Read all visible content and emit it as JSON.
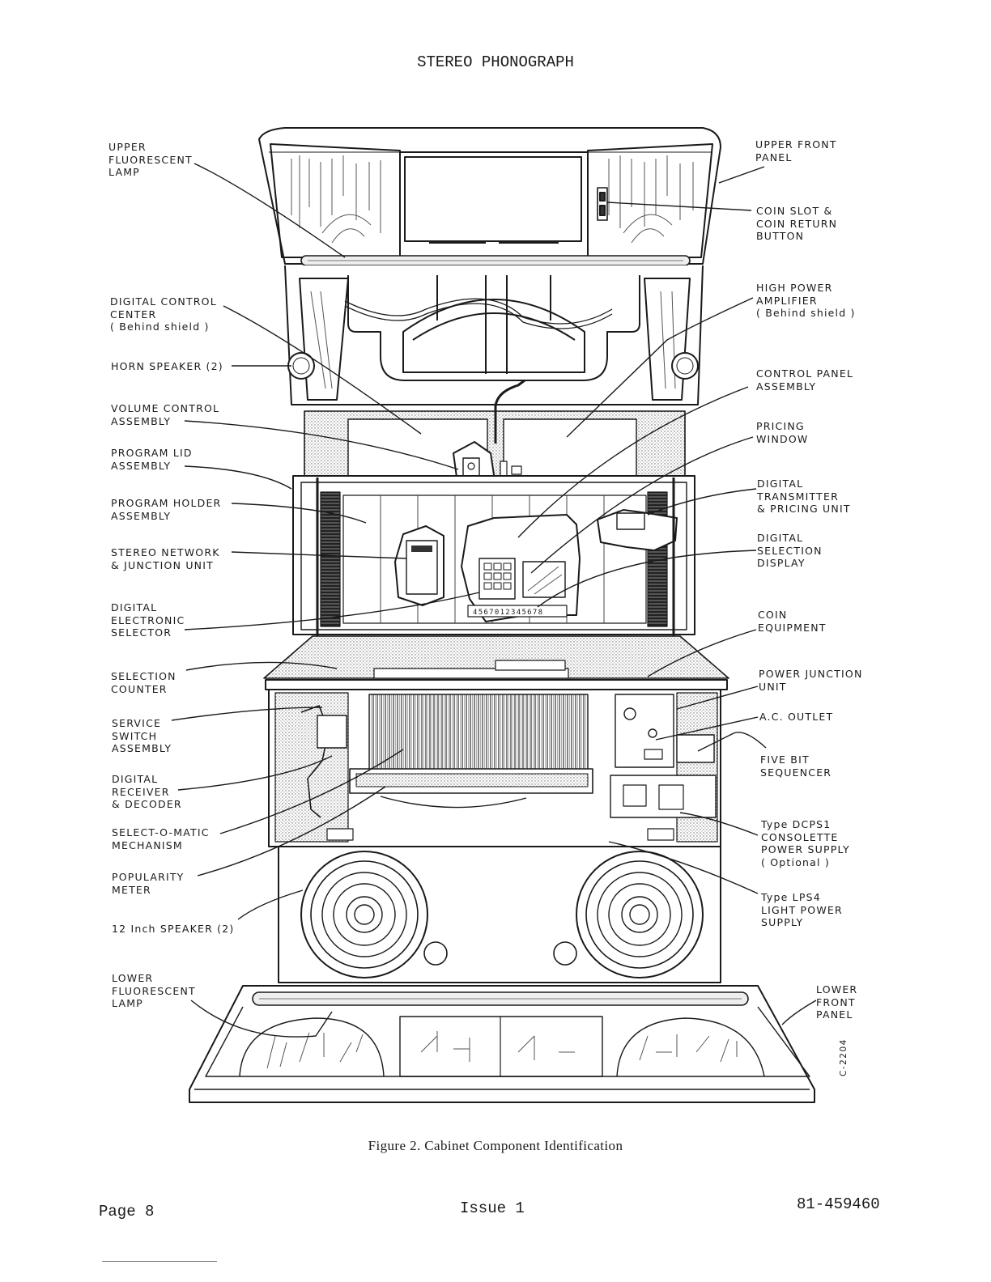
{
  "header": {
    "title": "STEREO PHONOGRAPH"
  },
  "labels_left": [
    {
      "id": "upper-fluorescent-lamp",
      "lines": [
        "UPPER",
        "FLUORESCENT",
        "LAMP"
      ]
    },
    {
      "id": "digital-control-center",
      "lines": [
        "DIGITAL  CONTROL",
        "CENTER",
        "( Behind shield )"
      ]
    },
    {
      "id": "horn-speaker",
      "lines": [
        "HORN SPEAKER (2)"
      ]
    },
    {
      "id": "volume-control-assembly",
      "lines": [
        "VOLUME CONTROL",
        "ASSEMBLY"
      ]
    },
    {
      "id": "program-lid-assembly",
      "lines": [
        "PROGRAM LID",
        "ASSEMBLY"
      ]
    },
    {
      "id": "program-holder-assembly",
      "lines": [
        "PROGRAM  HOLDER",
        "ASSEMBLY"
      ]
    },
    {
      "id": "stereo-network-junction-unit",
      "lines": [
        "STEREO NETWORK",
        "& JUNCTION UNIT"
      ]
    },
    {
      "id": "digital-electronic-selector",
      "lines": [
        "DIGITAL",
        "ELECTRONIC",
        "SELECTOR"
      ]
    },
    {
      "id": "selection-counter",
      "lines": [
        "SELECTION",
        "COUNTER"
      ]
    },
    {
      "id": "service-switch-assembly",
      "lines": [
        "SERVICE",
        "SWITCH",
        "ASSEMBLY"
      ]
    },
    {
      "id": "digital-receiver-decoder",
      "lines": [
        "DIGITAL",
        "RECEIVER",
        "& DECODER"
      ]
    },
    {
      "id": "select-o-matic-mechanism",
      "lines": [
        "SELECT-O-MATIC",
        "MECHANISM"
      ]
    },
    {
      "id": "popularity-meter",
      "lines": [
        "POPULARITY",
        "METER"
      ]
    },
    {
      "id": "twelve-inch-speaker",
      "lines": [
        "12 Inch SPEAKER (2)"
      ]
    },
    {
      "id": "lower-fluorescent-lamp",
      "lines": [
        "LOWER",
        "FLUORESCENT",
        "LAMP"
      ]
    }
  ],
  "labels_right": [
    {
      "id": "upper-front-panel",
      "lines": [
        "UPPER FRONT",
        "PANEL"
      ]
    },
    {
      "id": "coin-slot-return-button",
      "lines": [
        "COIN SLOT &",
        "COIN RETURN",
        "BUTTON"
      ]
    },
    {
      "id": "high-power-amplifier",
      "lines": [
        "HIGH POWER",
        "AMPLIFIER",
        "( Behind shield )"
      ]
    },
    {
      "id": "control-panel-assembly",
      "lines": [
        "CONTROL PANEL",
        "ASSEMBLY"
      ]
    },
    {
      "id": "pricing-window",
      "lines": [
        "PRICING",
        "WINDOW"
      ]
    },
    {
      "id": "digital-transmitter-pricing-unit",
      "lines": [
        "DIGITAL",
        "TRANSMITTER",
        "& PRICING UNIT"
      ]
    },
    {
      "id": "digital-selection-display",
      "lines": [
        "DIGITAL",
        "SELECTION",
        "DISPLAY"
      ]
    },
    {
      "id": "coin-equipment",
      "lines": [
        "COIN",
        "EQUIPMENT"
      ]
    },
    {
      "id": "power-junction-unit",
      "lines": [
        "POWER JUNCTION",
        "UNIT"
      ]
    },
    {
      "id": "ac-outlet",
      "lines": [
        "A.C. OUTLET"
      ]
    },
    {
      "id": "five-bit-sequencer",
      "lines": [
        "FIVE BIT",
        "SEQUENCER"
      ]
    },
    {
      "id": "consolette-power-supply",
      "lines": [
        "Type DCPS1",
        "CONSOLETTE",
        "POWER SUPPLY",
        "( Optional )"
      ]
    },
    {
      "id": "light-power-supply",
      "lines": [
        "Type LPS4",
        "LIGHT POWER",
        "SUPPLY"
      ]
    },
    {
      "id": "lower-front-panel",
      "lines": [
        "LOWER",
        "FRONT",
        "PANEL"
      ]
    }
  ],
  "display_digits": "4567012345678",
  "figure_code": "C-2204",
  "caption": "Figure 2. Cabinet Component Identification",
  "footer": {
    "page": "Page 8",
    "issue": "Issue 1",
    "part_number": "81-459460"
  }
}
